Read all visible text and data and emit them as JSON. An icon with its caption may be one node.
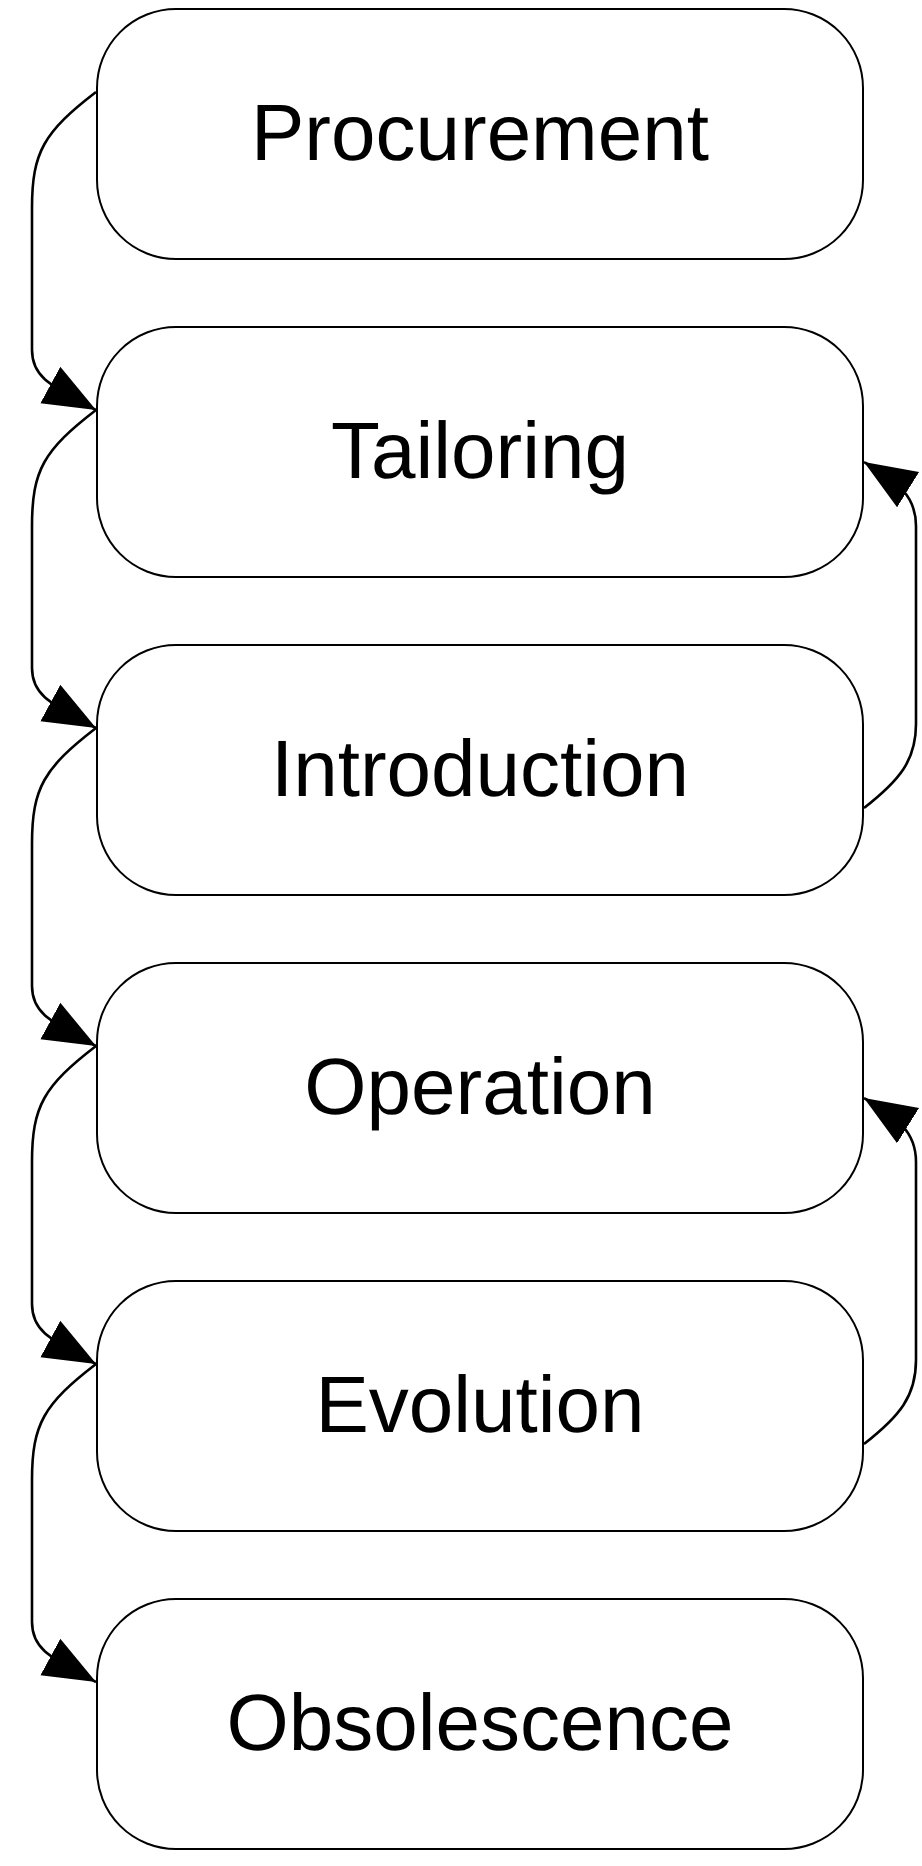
{
  "diagram": {
    "nodes": [
      {
        "text": [
          "Procurement"
        ]
      },
      {
        "text": [
          "Tailoring"
        ]
      },
      {
        "text": [
          "Introduction"
        ]
      },
      {
        "text": [
          "Operation"
        ]
      },
      {
        "text": [
          "Evolution"
        ]
      },
      {
        "text": [
          "Obsolescence"
        ]
      }
    ],
    "edges": [
      {
        "from": 0,
        "to": 1,
        "arrow": "to"
      },
      {
        "from": 1,
        "to": 2,
        "arrow": "to"
      },
      {
        "from": 2,
        "to": 3,
        "arrow": "to"
      },
      {
        "from": 3,
        "to": 4,
        "arrow": "to"
      },
      {
        "from": 4,
        "to": 5,
        "arrow": "to"
      },
      {
        "from": 2,
        "to": 1,
        "arrow": "to"
      },
      {
        "from": 4,
        "to": 3,
        "arrow": "to"
      }
    ]
  }
}
